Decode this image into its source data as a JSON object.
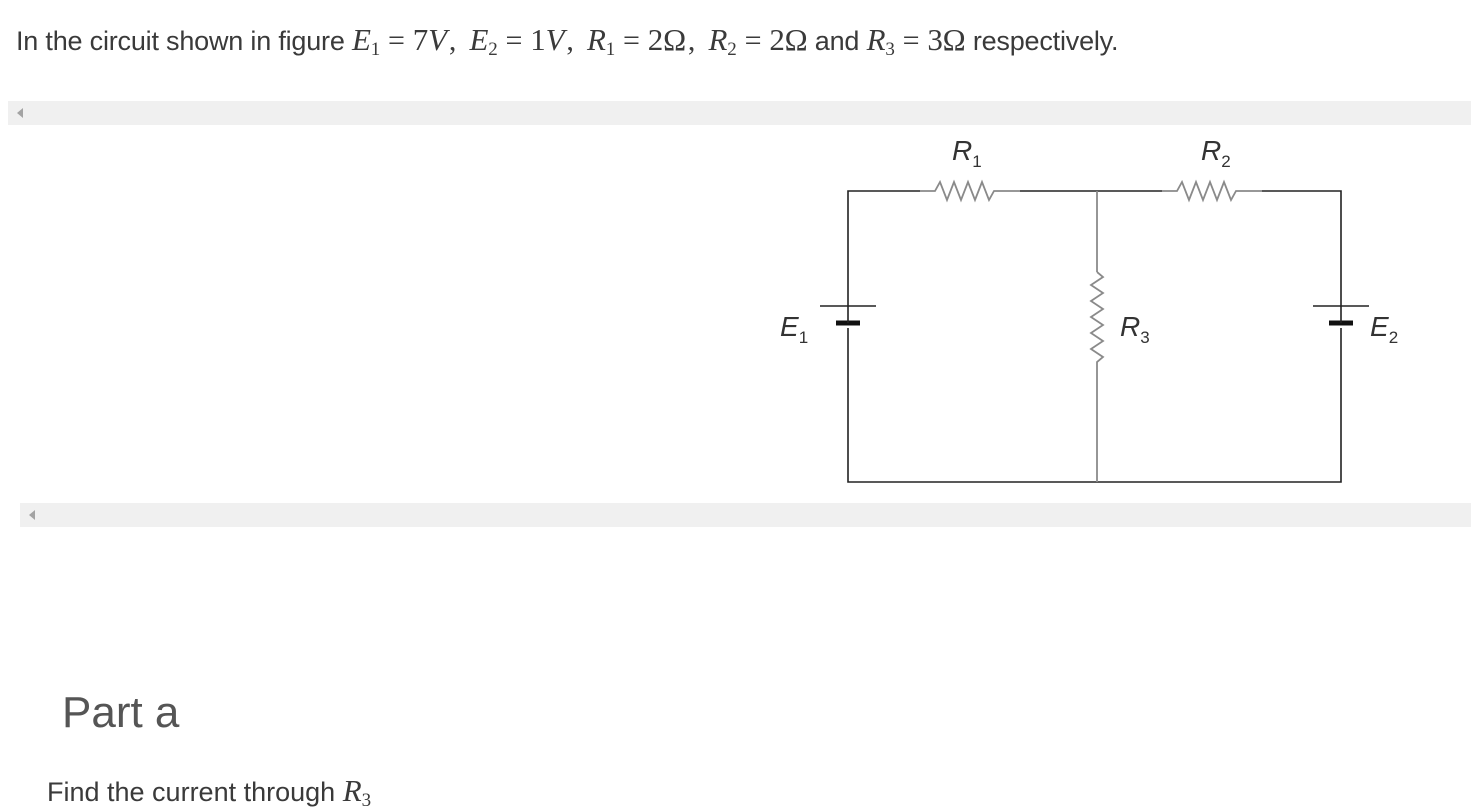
{
  "problem": {
    "intro": "In the circuit shown in figure",
    "and_word": "and",
    "respectively": "respectively.",
    "e1": {
      "sym": "E",
      "sub": "1",
      "value": "7",
      "unit": "V"
    },
    "e2": {
      "sym": "E",
      "sub": "2",
      "value": "1",
      "unit": "V"
    },
    "r1": {
      "sym": "R",
      "sub": "1",
      "value": "2",
      "unit": "Ω"
    },
    "r2": {
      "sym": "R",
      "sub": "2",
      "value": "2",
      "unit": "Ω"
    },
    "r3": {
      "sym": "R",
      "sub": "3",
      "value": "3",
      "unit": "Ω"
    }
  },
  "circuit": {
    "r1_label": {
      "sym": "R",
      "sub": "1"
    },
    "r2_label": {
      "sym": "R",
      "sub": "2"
    },
    "r3_label": {
      "sym": "R",
      "sub": "3"
    },
    "e1_label": {
      "sym": "E",
      "sub": "1"
    },
    "e2_label": {
      "sym": "E",
      "sub": "2"
    }
  },
  "part": {
    "heading": "Part a",
    "question_prefix": "Find the current through",
    "question_sym": "R",
    "question_sub": "3"
  }
}
